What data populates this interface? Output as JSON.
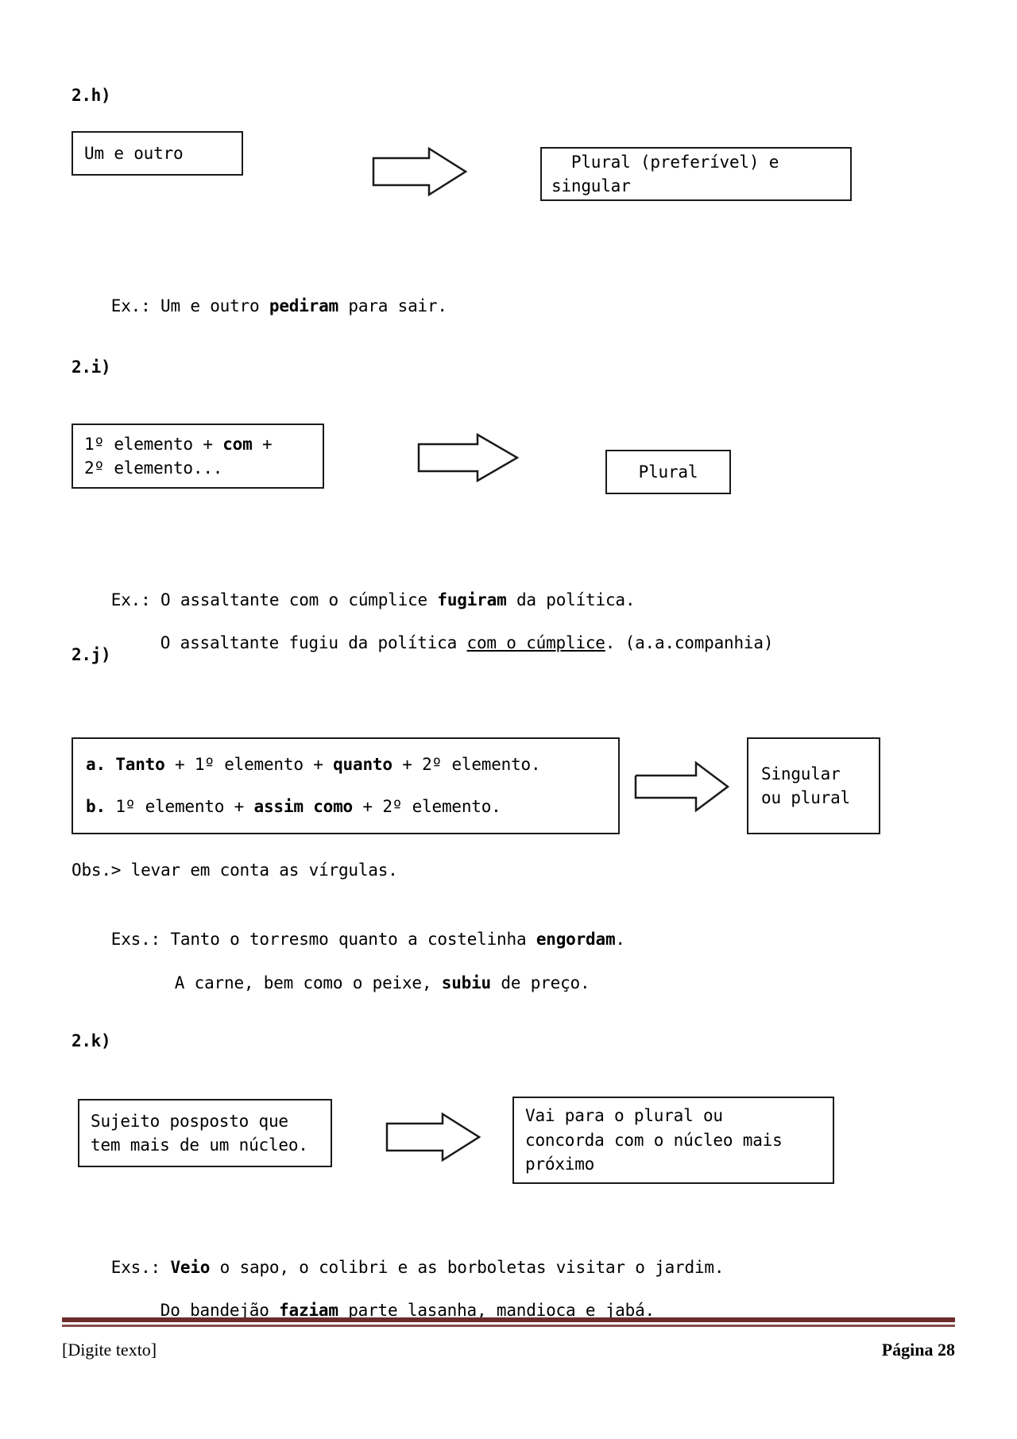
{
  "document": {
    "language": "pt-BR",
    "page_number_label": "Página 28",
    "footer_placeholder": "[Digite texto]"
  },
  "sections": [
    {
      "id": "2h",
      "label": "2.h)",
      "source_box": {
        "lines": [
          "Um e outro"
        ]
      },
      "arrow": "right-arrow-thick",
      "result_box": {
        "lines": [
          "  Plural (preferível) e",
          "singular"
        ]
      },
      "examples": [
        {
          "prefix": "Ex.: Um e outro ",
          "bold": "pediram",
          "suffix": " para sair."
        }
      ]
    },
    {
      "id": "2i",
      "label": "2.i)",
      "source_box": {
        "line1_pre": "1º elemento + ",
        "line1_bold": "com",
        "line1_post": " +",
        "line2": "2º elemento..."
      },
      "arrow": "right-arrow-thick",
      "result_box": {
        "lines": [
          "Plural"
        ]
      },
      "examples": [
        {
          "prefix": "Ex.: O assaltante com o cúmplice ",
          "bold": "fugiram",
          "suffix": " da política."
        },
        {
          "prefix": "O assaltante fugiu da política ",
          "underline": "com o cúmplice",
          "suffix": ". (a.a.companhia)"
        }
      ]
    },
    {
      "id": "2j",
      "label": "2.j)",
      "source_box": {
        "row_a": {
          "marker": "a.",
          "b1": "Tanto",
          "t1": " + 1º elemento + ",
          "b2": "quanto",
          "t2": " + 2º elemento."
        },
        "row_b": {
          "marker": "b.",
          "t0": " 1º elemento + ",
          "b1": "assim como",
          "t1": " + 2º elemento."
        }
      },
      "arrow": "right-arrow-outline",
      "result_box": {
        "lines": [
          "Singular",
          "ou plural"
        ]
      },
      "note": "Obs.> levar em conta as vírgulas.",
      "examples": [
        {
          "prefix": "Exs.: Tanto o torresmo quanto a costelinha ",
          "bold": "engordam",
          "suffix": "."
        },
        {
          "prefix": "A carne, bem como o peixe, ",
          "bold": "subiu",
          "suffix": " de preço."
        }
      ]
    },
    {
      "id": "2k",
      "label": "2.k)",
      "source_box": {
        "lines": [
          "Sujeito posposto que",
          "tem mais de um núcleo."
        ]
      },
      "arrow": "right-arrow-thick",
      "result_box": {
        "lines": [
          "Vai para o plural ou",
          "concorda com o núcleo mais",
          "próximo"
        ]
      },
      "examples": [
        {
          "prefix": "Exs.: ",
          "bold": "Veio",
          "suffix": " o sapo, o colibri e as borboletas visitar o jardim."
        },
        {
          "prefix": "Do bandejão ",
          "bold": "faziam",
          "suffix": " parte lasanha, mandioca e jabá."
        }
      ]
    }
  ],
  "colors": {
    "rule_dark": "#6b2b2b",
    "rule_light": "#8a4a4a",
    "text": "#000000",
    "box_border": "#1a1a1a"
  }
}
